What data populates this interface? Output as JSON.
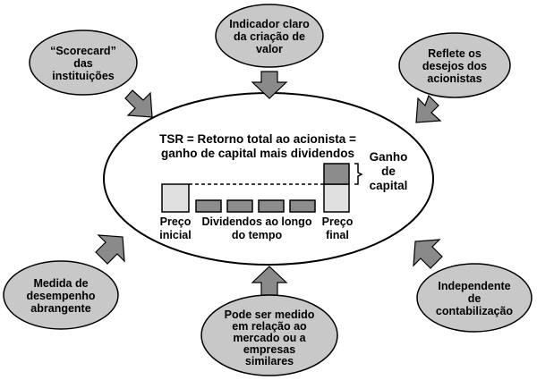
{
  "colors": {
    "satellite_fill": "#c8c8c8",
    "arrow_fill": "#8a8a8a",
    "bar_light": "#e0e0e0",
    "bar_dark": "#8c8c8c",
    "stroke": "#000000"
  },
  "center": {
    "line1": "TSR = Retorno total ao acionista =",
    "line2": "ganho de capital mais dividendos"
  },
  "chart": {
    "gain_label": [
      "Ganho",
      "de",
      "capital"
    ],
    "start_label": [
      "Preço",
      "inicial"
    ],
    "dividends_label": [
      "Dividendos ao longo",
      "do tempo"
    ],
    "end_label": [
      "Preço",
      "final"
    ]
  },
  "satellites": {
    "top_left": [
      "“Scorecard”",
      "das",
      "instituições"
    ],
    "top_center": [
      "Indicador claro",
      "da criação de",
      "valor"
    ],
    "top_right": [
      "Reflete os",
      "desejos dos",
      "acionistas"
    ],
    "bottom_left": [
      "Medida de",
      "desempenho",
      "abrangente"
    ],
    "bottom_center": [
      "Pode ser medido",
      "em relação ao",
      "mercado ou a",
      "empresas",
      "similares"
    ],
    "bottom_right": [
      "Independente",
      "de",
      "contabilização"
    ]
  }
}
